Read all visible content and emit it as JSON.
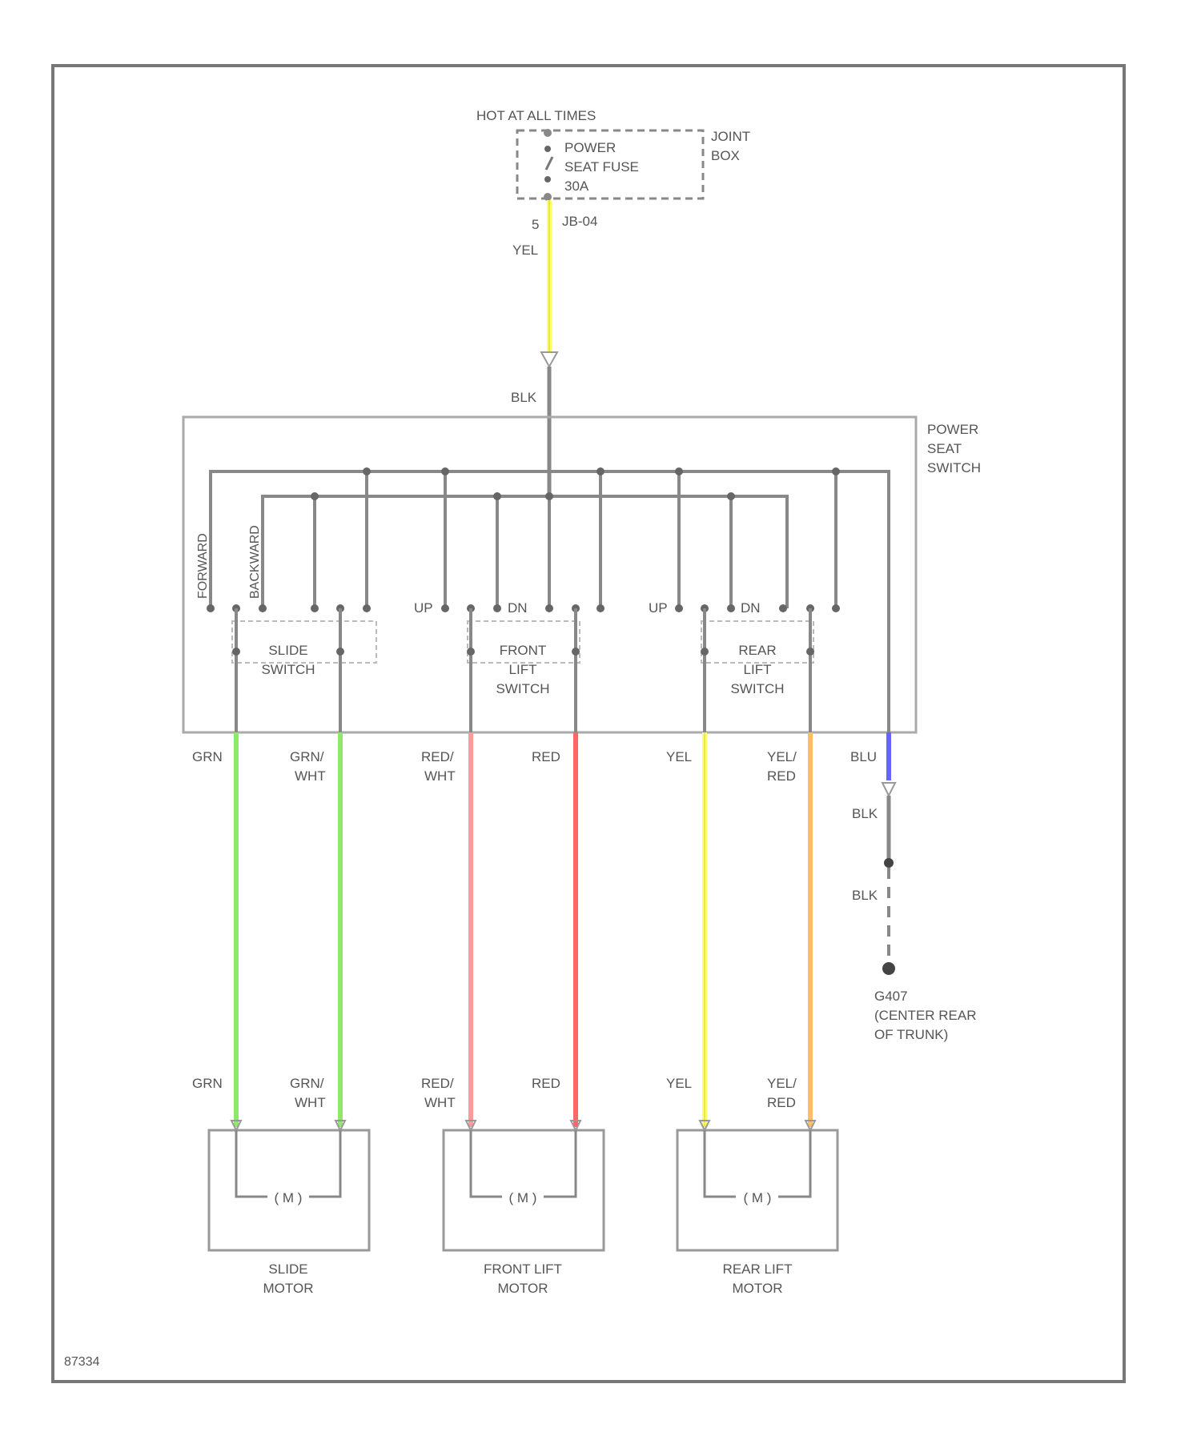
{
  "fuse": {
    "header": "HOT AT ALL TIMES",
    "line1": "POWER",
    "line2": "SEAT FUSE",
    "line3": "30A",
    "joint_box_1": "JOINT",
    "joint_box_2": "BOX",
    "pin": "5",
    "connector": "JB-04"
  },
  "feed": {
    "top_wire": "YEL",
    "bottom_wire": "BLK"
  },
  "switch_assembly": {
    "label_1": "POWER",
    "label_2": "SEAT",
    "label_3": "SWITCH",
    "forward": "FORWARD",
    "backward": "BACKWARD",
    "slide_switch": [
      "SLIDE",
      "SWITCH"
    ],
    "front_switch": [
      "FRONT",
      "LIFT",
      "SWITCH"
    ],
    "rear_switch": [
      "REAR",
      "LIFT",
      "SWITCH"
    ],
    "up": "UP",
    "dn": "DN"
  },
  "wires_upper": {
    "w1": "GRN",
    "w2a": "GRN/",
    "w2b": "WHT",
    "w3a": "RED/",
    "w3b": "WHT",
    "w4": "RED",
    "w5": "YEL",
    "w6a": "YEL/",
    "w6b": "RED",
    "w7": "BLU"
  },
  "ground": {
    "wire1": "BLK",
    "wire2": "BLK",
    "label_1": "G407",
    "label_2": "(CENTER REAR",
    "label_3": "OF TRUNK)"
  },
  "wires_lower": {
    "w1": "GRN",
    "w2a": "GRN/",
    "w2b": "WHT",
    "w3a": "RED/",
    "w3b": "WHT",
    "w4": "RED",
    "w5": "YEL",
    "w6a": "YEL/",
    "w6b": "RED"
  },
  "motors": {
    "symbol": "M",
    "slide": [
      "SLIDE",
      "MOTOR"
    ],
    "front": [
      "FRONT LIFT",
      "MOTOR"
    ],
    "rear": [
      "REAR LIFT",
      "MOTOR"
    ]
  },
  "figure_id": "87334",
  "colors": {
    "yel": "#ffff66",
    "grn": "#8ee86a",
    "red_wht": "#ff9a9a",
    "red": "#ff6666",
    "yel_red": "#ffbb66",
    "blu": "#6666ff",
    "line": "#888888"
  }
}
